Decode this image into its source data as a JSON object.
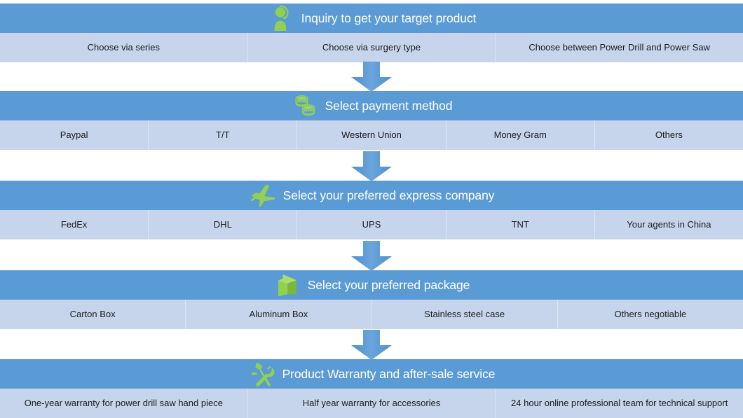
{
  "page": {
    "title": "Inquiry to get your target product",
    "accent_blue": "#5B9BD5",
    "option_bg": "#C6D5EC",
    "icon_green": "#92D050",
    "background": "#FFFFFF"
  },
  "sections": [
    {
      "id": "inquiry",
      "icon": "customer-service-person-icon",
      "title": "Inquiry to get your target product",
      "options": [
        "Choose via series",
        "Choose via surgery type",
        "Choose  between Power Drill and Power Saw"
      ]
    },
    {
      "id": "payment",
      "icon": "coins-stack-icon",
      "title": "Select payment method",
      "options": [
        "Paypal",
        "T/T",
        "Western Union",
        "Money Gram",
        "Others"
      ]
    },
    {
      "id": "express",
      "icon": "airplane-icon",
      "title": "Select your preferred express company",
      "options": [
        "FedEx",
        "DHL",
        "UPS",
        "TNT",
        "Your agents in China"
      ]
    },
    {
      "id": "package",
      "icon": "package-box-icon",
      "title": "Select your preferred package",
      "options": [
        "Carton Box",
        "Aluminum Box",
        "Stainless steel case",
        "Others negotiable"
      ]
    },
    {
      "id": "warranty",
      "icon": "tools-hammer-wrench-icon",
      "title": "Product Warranty and after-sale service",
      "options": [
        "One-year warranty for power drill saw hand piece",
        "Half year warranty for accessories",
        "24 hour online professional team for technical support"
      ]
    }
  ],
  "connectors": [
    {
      "name": "arrow-inquiry-to-payment"
    },
    {
      "name": "arrow-payment-to-express"
    },
    {
      "name": "arrow-express-to-package"
    },
    {
      "name": "arrow-package-to-warranty"
    }
  ]
}
